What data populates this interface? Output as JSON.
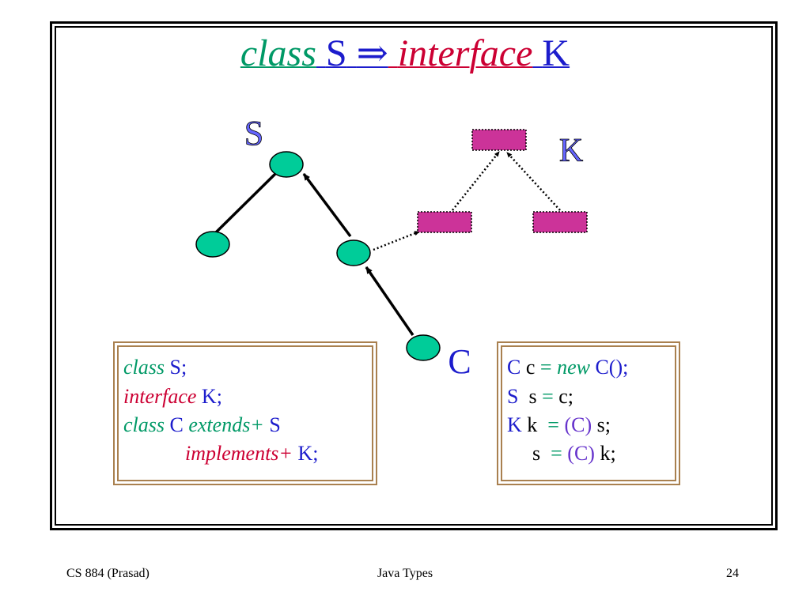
{
  "title": {
    "w1": "class",
    "w2": "S",
    "arrow": "⇒",
    "w3": "interface",
    "w4": "K"
  },
  "diagram": {
    "label_s": "S",
    "label_k": "K",
    "label_c": "C"
  },
  "code_left": {
    "line1": {
      "kw": "class",
      "name": "S",
      "end": ";"
    },
    "line2": {
      "kw": "interface",
      "name": "K",
      "end": ";"
    },
    "line3": {
      "kw": "class",
      "name": "C",
      "kw2": "extends+",
      "name2": "S"
    },
    "line4": {
      "kw": "implements+",
      "name": "K",
      "end": ";"
    }
  },
  "code_right": {
    "line1": {
      "a": "C",
      "b": "c",
      "eq": "=",
      "kw": "new",
      "c": "C();"
    },
    "line2": {
      "a": "S",
      "b": "s",
      "eq": "=",
      "c": "c;"
    },
    "line3": {
      "a": "K",
      "b": "k",
      "eq": "=",
      "cast": "(C)",
      "c": "s;"
    },
    "line4": {
      "b": "s",
      "eq": "=",
      "cast": "(C)",
      "c": "k;"
    }
  },
  "footer": {
    "left": "CS 884  (Prasad)",
    "center": "Java Types",
    "right": "24"
  },
  "colors": {
    "node_fill": "#00cc99",
    "rect_fill": "#cc3399",
    "green": "#009966",
    "blue": "#1c1ccc",
    "red": "#cc0033",
    "purple": "#6633cc",
    "box_border": "#a9804f"
  }
}
